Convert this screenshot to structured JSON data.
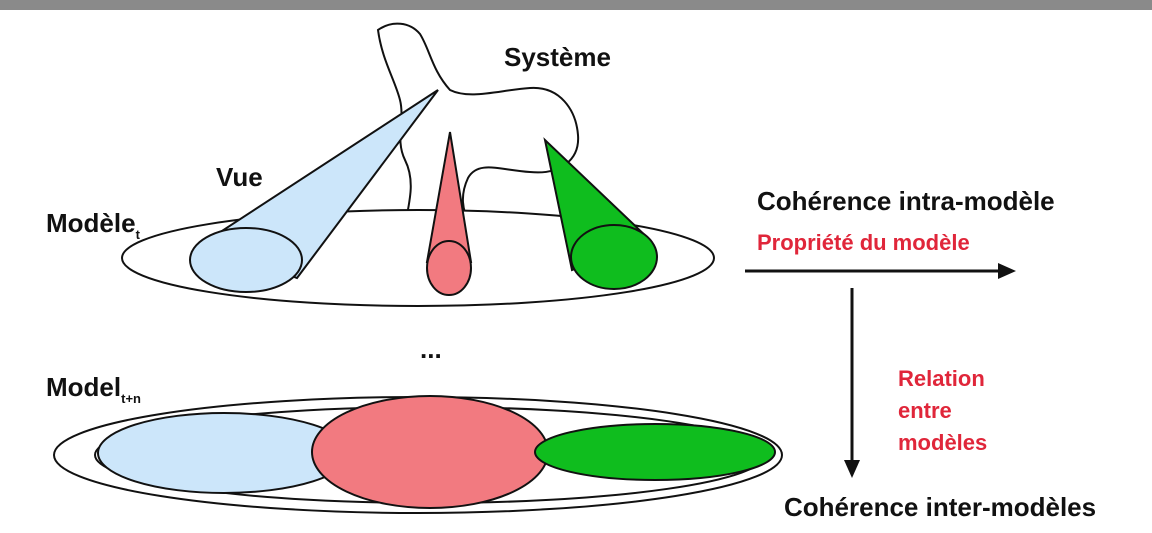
{
  "labels": {
    "systeme": "Système",
    "vue": "Vue",
    "modele_t_base": "Modèle",
    "modele_t_sub": "t",
    "model_tn_base": "Model",
    "model_tn_sub": "t+n",
    "ellipsis": "...",
    "coherence_intra": "Cohérence intra-modèle",
    "propriete": "Propriété du modèle",
    "relation_1": "Relation",
    "relation_2": "entre",
    "relation_3": "modèles",
    "coherence_inter": "Cohérence inter-modèles"
  },
  "colors": {
    "top_bar": "#8a8a8a",
    "light_blue": "#cce6fa",
    "red": "#f27a80",
    "green": "#0fbd1e",
    "red_text": "#e0263a",
    "line": "#111111"
  }
}
